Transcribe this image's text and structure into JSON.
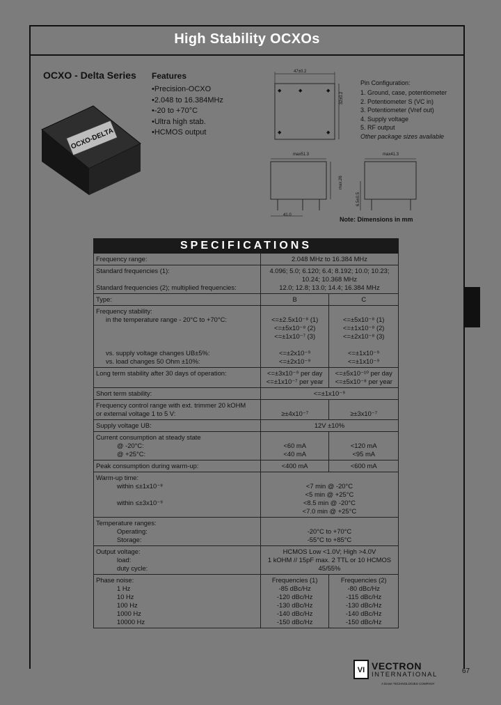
{
  "header": {
    "title": "High Stability OCXOs"
  },
  "series_title": "OCXO - Delta Series",
  "product_label": "OCXO-DELTA",
  "features": {
    "title": "Features",
    "items": [
      "Precision-OCXO",
      "2.048 to 16.384MHz",
      "-20 to +70°C",
      "Ultra high stab.",
      "HCMOS output"
    ]
  },
  "dimensions": {
    "top_width": "47±0.2",
    "top_height": "32±0.2",
    "front_width": "max51.3",
    "front_height": "max.26",
    "side_width": "max41.3",
    "pin_length": "6.5±0.5",
    "pin_spacing": "41.0"
  },
  "pins": {
    "title": "Pin Configuration:",
    "items": [
      "1. Ground, case, potentiometer",
      "2. Potentiometer S (VC in)",
      "3. Potentiometer (Vref out)",
      "4. Supply voltage",
      "5. RF output"
    ],
    "note": "Other package sizes available"
  },
  "dimension_note": "Note: Dimensions in mm",
  "specs": {
    "title": "SPECIFICATIONS",
    "frequency_range": {
      "label": "Frequency range:",
      "value": "2.048 MHz to 16.384 MHz"
    },
    "standard_freq_1": {
      "label": "Standard frequencies (1):",
      "value_lines": [
        "4.096; 5.0; 6.120; 6.4; 8.192; 10.0; 10.23;",
        "10.24; 10.368 MHz"
      ]
    },
    "standard_freq_2": {
      "label": "Standard frequencies (2); multiplied frequencies:",
      "value": "12.0; 12.8; 13.0; 14.4; 16.384 MHz"
    },
    "type": {
      "label": "Type:",
      "b": "B",
      "c": "C"
    },
    "frequency_stability": {
      "label": "Frequency stability:",
      "temp_label": "in the temperature range - 20°C to +70°C:",
      "b_lines": [
        "<=±2.5x10⁻⁸ (1)",
        "<=±5x10⁻⁸ (2)",
        "<=±1x10⁻⁷ (3)"
      ],
      "c_lines": [
        "<=±5x10⁻⁸ (1)",
        "<=±1x10⁻⁸ (2)",
        "<=±2x10⁻⁸ (3)"
      ],
      "supply_label": "vs. supply voltage changes UB±5%:",
      "load_label": "vs. load changes 50 Ohm ±10%:",
      "b_supply": "<=±2x10⁻⁹",
      "b_load": "<=±2x10⁻⁹",
      "c_supply": "<=±1x10⁻⁹",
      "c_load": "<=±1x10⁻⁹"
    },
    "long_term": {
      "label": "Long term stability after 30 days of operation:",
      "b_lines": [
        "<=±3x10⁻⁹ per day",
        "<=±1x10⁻⁷ per year"
      ],
      "c_lines": [
        "<=±5x10⁻¹⁰ per day",
        "<=±5x10⁻⁸ per year"
      ]
    },
    "short_term": {
      "label": "Short term stability:",
      "value": "<=±1x10⁻⁹"
    },
    "freq_control": {
      "label_lines": [
        "Frequency control range with ext. trimmer 20 kOHM",
        "or external voltage 1 to 5 V:"
      ],
      "b": "≥±4x10⁻⁷",
      "c": "≥±3x10⁻⁷"
    },
    "supply_voltage": {
      "label": "Supply voltage UB:",
      "value": "12V ±10%"
    },
    "current": {
      "label": "Current consumption at steady state",
      "cold_label": "@ -20°C:",
      "warm_label": "@ +25°C:",
      "b_cold": "<60 mA",
      "b_warm": "<40 mA",
      "c_cold": "<120 mA",
      "c_warm": "<95 mA"
    },
    "peak": {
      "label": "Peak consumption during warm-up:",
      "b": "<400 mA",
      "c": "<600 mA"
    },
    "warmup": {
      "label": "Warm-up time:",
      "within1_label": "within ≤±1x10⁻⁸",
      "within2_label": "within ≤±3x10⁻⁹",
      "lines": [
        "<7 min @ -20°C",
        "<5 min @ +25°C",
        "<8.5 min @ -20°C",
        "<7.0 min @ +25°C"
      ]
    },
    "temperature": {
      "label": "Temperature ranges:",
      "operating_label": "Operating:",
      "storage_label": "Storage:",
      "operating": "-20°C to +70°C",
      "storage": "-55°C to +85°C"
    },
    "output": {
      "label": "Output voltage:",
      "load_label": "load:",
      "duty_label": "duty cycle:",
      "voltage": "HCMOS Low <1.0V; High >4.0V",
      "load": "1 kOHM // 15pF max. 2 TTL or 10 HCMOS",
      "duty": "45/55%"
    },
    "phase_noise": {
      "label": "Phase noise:",
      "offsets": [
        "1 Hz",
        "10 Hz",
        "100 Hz",
        "1000 Hz",
        "10000 Hz"
      ],
      "col1_title": "Frequencies (1)",
      "col2_title": "Frequencies (2)",
      "col1": [
        "-85 dBc/Hz",
        "-120 dBc/Hz",
        "-130 dBc/Hz",
        "-140 dBc/Hz",
        "-150 dBc/Hz"
      ],
      "col2": [
        "-80 dBc/Hz",
        "-115 dBc/Hz",
        "-130 dBc/Hz",
        "-140 dBc/Hz",
        "-150 dBc/Hz"
      ]
    }
  },
  "logo": {
    "mark": "VI",
    "name": "VECTRON",
    "sub": "INTERNATIONAL",
    "tag": "A Dover TECHNOLOGIES COMPANY"
  },
  "page_number": "67"
}
